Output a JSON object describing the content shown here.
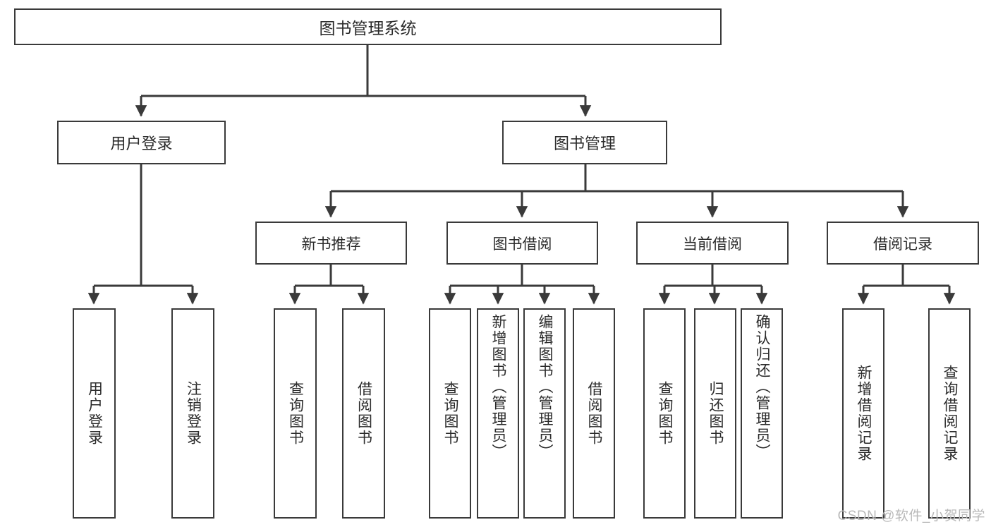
{
  "diagram": {
    "title": "图书管理系统",
    "type": "hierarchy-tree",
    "watermark": "CSDN @软件_小贺同学",
    "colors": {
      "background": "#ffffff",
      "box_border": "#3a3a3a",
      "box_fill": "#ffffff",
      "text": "#2b2b2b",
      "connector": "#3a3a3a",
      "watermark": "#b9b9b9"
    },
    "root": {
      "label": "图书管理系统"
    },
    "level1": [
      {
        "id": "user-login",
        "label": "用户登录"
      },
      {
        "id": "book-manage",
        "label": "图书管理"
      }
    ],
    "level2": [
      {
        "id": "new-book-recommend",
        "label": "新书推荐",
        "parent": "book-manage"
      },
      {
        "id": "book-borrow",
        "label": "图书借阅",
        "parent": "book-manage"
      },
      {
        "id": "current-borrow",
        "label": "当前借阅",
        "parent": "book-manage"
      },
      {
        "id": "borrow-record",
        "label": "借阅记录",
        "parent": "book-manage"
      }
    ],
    "leaves": [
      {
        "id": "leaf-user-login",
        "label": "用户登录",
        "parent": "user-login"
      },
      {
        "id": "leaf-logout-login",
        "label": "注销登录",
        "parent": "user-login"
      },
      {
        "id": "leaf-query-book-1",
        "label": "查询图书",
        "parent": "new-book-recommend"
      },
      {
        "id": "leaf-borrow-book-1",
        "label": "借阅图书",
        "parent": "new-book-recommend"
      },
      {
        "id": "leaf-query-book-2",
        "label": "查询图书",
        "parent": "book-borrow"
      },
      {
        "id": "leaf-add-book",
        "label": "新增图书（管理员）",
        "parent": "book-borrow"
      },
      {
        "id": "leaf-edit-book",
        "label": "编辑图书（管理员）",
        "parent": "book-borrow"
      },
      {
        "id": "leaf-borrow-book-2",
        "label": "借阅图书",
        "parent": "book-borrow"
      },
      {
        "id": "leaf-query-book-3",
        "label": "查询图书",
        "parent": "current-borrow"
      },
      {
        "id": "leaf-return-book",
        "label": "归还图书",
        "parent": "current-borrow"
      },
      {
        "id": "leaf-confirm-return",
        "label": "确认归还（管理员）",
        "parent": "current-borrow"
      },
      {
        "id": "leaf-add-record",
        "label": "新增借阅记录",
        "parent": "borrow-record"
      },
      {
        "id": "leaf-query-record",
        "label": "查询借阅记录",
        "parent": "borrow-record"
      }
    ]
  }
}
